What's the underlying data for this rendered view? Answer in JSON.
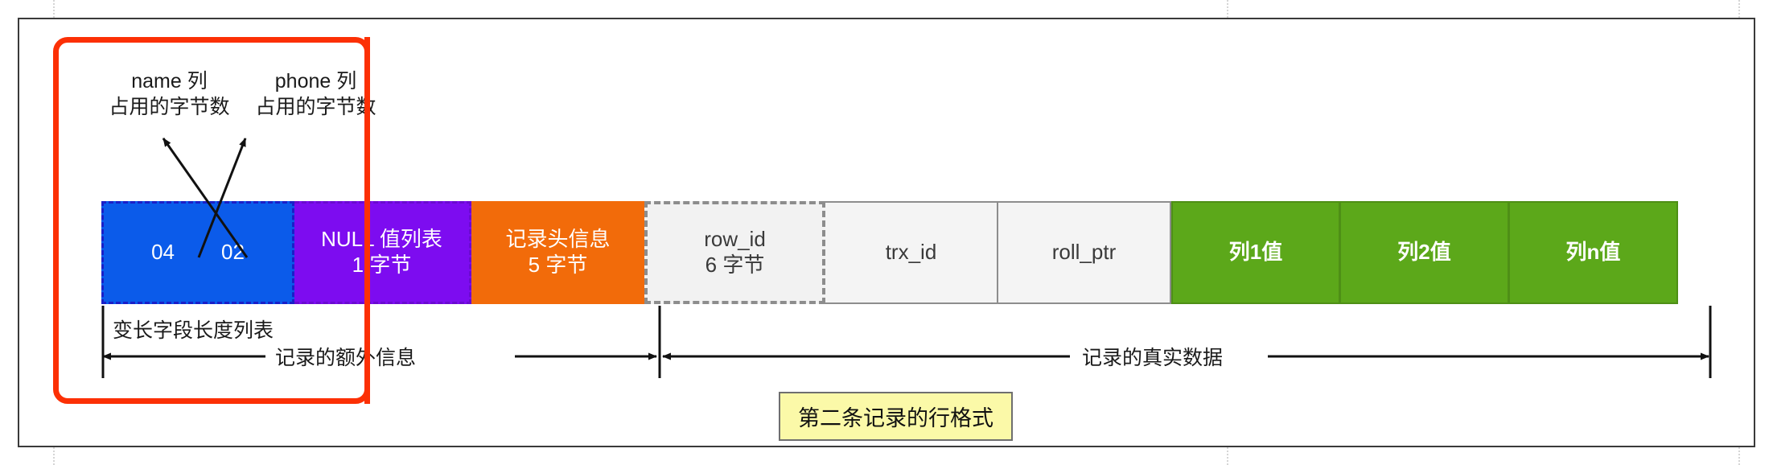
{
  "diagram": {
    "title": "第二条记录的行格式",
    "caption": "第二条记录的行格式"
  },
  "colors": {
    "varlen_blue": "#0b5bea",
    "varlen_border": "#1a1fc8",
    "null_purple": "#7d0cf0",
    "header_orange": "#f26b0a",
    "rowid_gray": "#f2f2f2",
    "column_green": "#5ca81a",
    "highlight_red": "#fc3005",
    "caption_yellow": "#fbf9a8",
    "page_border": "#3a3a3a"
  },
  "annotations": {
    "name_col": {
      "line1": "name 列",
      "line2": "占用的字节数"
    },
    "phone_col": {
      "line1": "phone 列",
      "line2": "占用的字节数"
    }
  },
  "cells": [
    {
      "key": "varlen",
      "type": "varlen-list",
      "values": [
        "04",
        "02"
      ],
      "line1": "",
      "line2": ""
    },
    {
      "key": "null",
      "type": "null-list",
      "line1": "NULL 值列表",
      "line2": "1 字节"
    },
    {
      "key": "header",
      "type": "record-header",
      "line1": "记录头信息",
      "line2": "5 字节"
    },
    {
      "key": "row_id",
      "type": "hidden-col",
      "line1": "row_id",
      "line2": "6 字节"
    },
    {
      "key": "trx_id",
      "type": "hidden-col",
      "line1": "trx_id",
      "line2": ""
    },
    {
      "key": "roll_ptr",
      "type": "hidden-col",
      "line1": "roll_ptr",
      "line2": ""
    },
    {
      "key": "col1",
      "type": "user-col",
      "line1": "列1值",
      "line2": ""
    },
    {
      "key": "col2",
      "type": "user-col",
      "line1": "列2值",
      "line2": ""
    },
    {
      "key": "coln",
      "type": "user-col",
      "line1": "列n值",
      "line2": ""
    }
  ],
  "brackets": {
    "varlen_list_label": "变长字段长度列表",
    "extra_info_label": "记录的额外信息",
    "real_data_label": "记录的真实数据"
  }
}
